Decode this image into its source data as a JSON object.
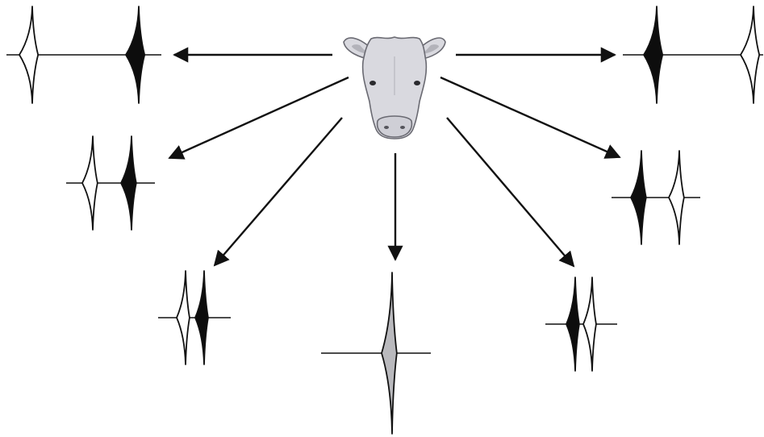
{
  "diagram": {
    "center_icon": "cow-head-icon",
    "colors": {
      "background": "#ffffff",
      "stroke": "#111111",
      "filled": "#0d0d0d",
      "hollow": "#ffffff",
      "mixed": "#b9b9bd",
      "head": "#d9d9df",
      "head_outline": "#6a6a72"
    },
    "outcomes": [
      {
        "id": "top-left",
        "symbols": [
          "hollow",
          "filled"
        ]
      },
      {
        "id": "upper-left",
        "symbols": [
          "hollow",
          "filled"
        ]
      },
      {
        "id": "lower-left",
        "symbols": [
          "hollow",
          "filled"
        ]
      },
      {
        "id": "bottom-center",
        "symbols": [
          "mixed"
        ]
      },
      {
        "id": "lower-right",
        "symbols": [
          "filled",
          "hollow"
        ]
      },
      {
        "id": "upper-right",
        "symbols": [
          "filled",
          "hollow"
        ]
      },
      {
        "id": "top-right",
        "symbols": [
          "filled",
          "hollow"
        ]
      }
    ]
  }
}
